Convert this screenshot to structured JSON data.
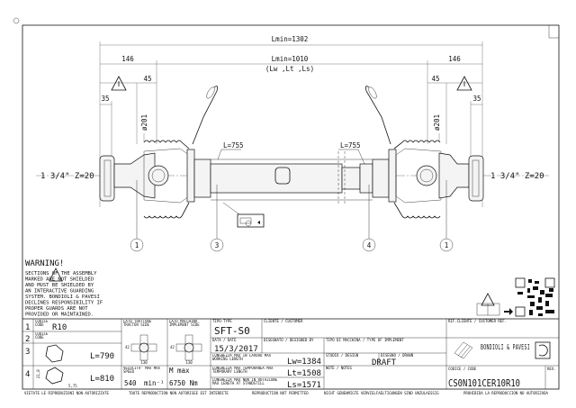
{
  "drawing": {
    "overall_length": "Lmin=1302",
    "inner_length": "Lmin=1010",
    "inner_length_note": "(Lw ,Lt ,Ls)",
    "left_offset": "146",
    "right_offset": "146",
    "left_guard_dim": "45",
    "right_guard_dim": "45",
    "left_flange_dim": "35",
    "right_flange_dim": "35",
    "left_diameter": "ø201",
    "right_diameter": "ø201",
    "left_tube_length": "L=755",
    "right_tube_length": "L=755",
    "left_spline": "1 3/4\" Z=20",
    "right_spline": "1 3/4\" Z=20",
    "balloons": [
      "1",
      "3",
      "4",
      "1"
    ]
  },
  "warning": {
    "title": "WARNING!",
    "lines": [
      "SECTIONS    OF THE ASSEMBLY",
      "MARKED      ARE NOT SHIELDED",
      "AND MUST BE SHIELDED BY",
      "AN INTERACTIVE GUARDING",
      "SYSTEM. BONDIOLI & PAVESI",
      "DECLINES RESPONSIBILITY IF",
      "PROPER GUARDS ARE NOT",
      "PROVIDED OR MAINTAINED."
    ]
  },
  "title_block": {
    "parts": [
      {
        "num": "1",
        "label": "CODICE CODE",
        "value": "R10"
      },
      {
        "num": "2",
        "label": "CODICE CODE",
        "value": ""
      },
      {
        "num": "3",
        "label": "",
        "value": "L=790"
      },
      {
        "num": "4",
        "label": "",
        "value": "L=810",
        "dim": "5,75",
        "dim2": "21,8"
      }
    ],
    "tractor_side_label": "LATO TRATTORE TRACTOR SIDE",
    "implement_side_label": "LATO MACCHINA IMPLEMENT SIDE",
    "cross_dim_a": "42",
    "cross_dim_b": "130",
    "max_speed_label": "VELOCITA' MAX MAX SPEED",
    "max_speed_value": "540",
    "max_speed_unit": "min⁻¹",
    "torque_label": "M max",
    "torque_value": "6750 Nm",
    "type_label": "TIPO-TYPE",
    "type_value": "SFT-S0",
    "customer_label": "CLIENTE / CUSTOMER",
    "date_label": "DATA / DATE",
    "date_value": "15/3/2017",
    "designer_label": "DISEGNATO / DESIGNED BY",
    "machine_type_label": "TIPO DI MACCHINA / TYPE OF IMPLEMENT",
    "lw_label": "LUNGHEZZA MAX IN LAVORO MAX WORKING LENGTH",
    "lw_value": "Lw=1384",
    "lt_label": "LUNGHEZZA MAX TEMPORANEA MAX TEMPORARY LENGTH",
    "lt_value": "Lt=1508",
    "ls_label": "LUNGHEZZA MAX NON IN ROTAZIONE MAX LENGTH AT STANDSTILL",
    "ls_value": "Ls=1571",
    "study_label": "STUDIO / DESIGN",
    "drawing_label": "DISEGNO / DRAWN",
    "drawing_value": "DRAFT",
    "notes_label": "NOTE / NOTES",
    "customer_ref_label": "RIF.CLIENTE / CUSTOMER REF.",
    "brand": "BONDIOLI & PAVESI",
    "code_label": "CODICE / CODE",
    "code_value": "CS0N101CER10R10",
    "rev_label": "REV."
  },
  "footer": [
    "VIETATE LE RIPRODUZIONI NON AUTORIZZATE",
    "TOUTE REPRODUCTION NON AUTORISEE EST INTERDITE",
    "REPRODUCTION NOT PERMITTED",
    "NICHT GENEHMIGTE VERVIELFAELTIGUNGEN SIND UNZULAESSIG",
    "PROHIBIDA LA REPRODUCCION NO AUTORIZADA"
  ],
  "icons": [
    "warning-triangle-icon",
    "manual-warning-icon",
    "qr-code-icon",
    "tractor-speed-icon"
  ]
}
